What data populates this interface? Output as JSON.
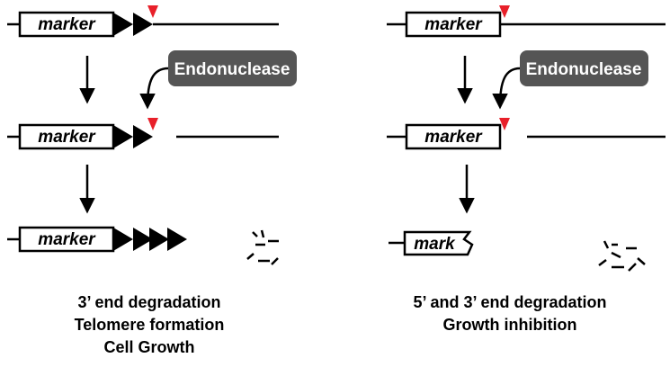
{
  "left_panel": {
    "marker_label": "marker",
    "enzyme_label": "Endonuclease",
    "captions": [
      "3’ end degradation",
      "Telomere formation",
      "Cell Growth"
    ]
  },
  "right_panel": {
    "marker_label": "marker",
    "truncated_marker_label": "mark",
    "enzyme_label": "Endonuclease",
    "captions": [
      "5’ and 3’ end degradation",
      "Growth inhibition"
    ]
  },
  "colors": {
    "cut_site": "#e8202a",
    "enzyme_box": "#555555",
    "line": "#000000"
  }
}
